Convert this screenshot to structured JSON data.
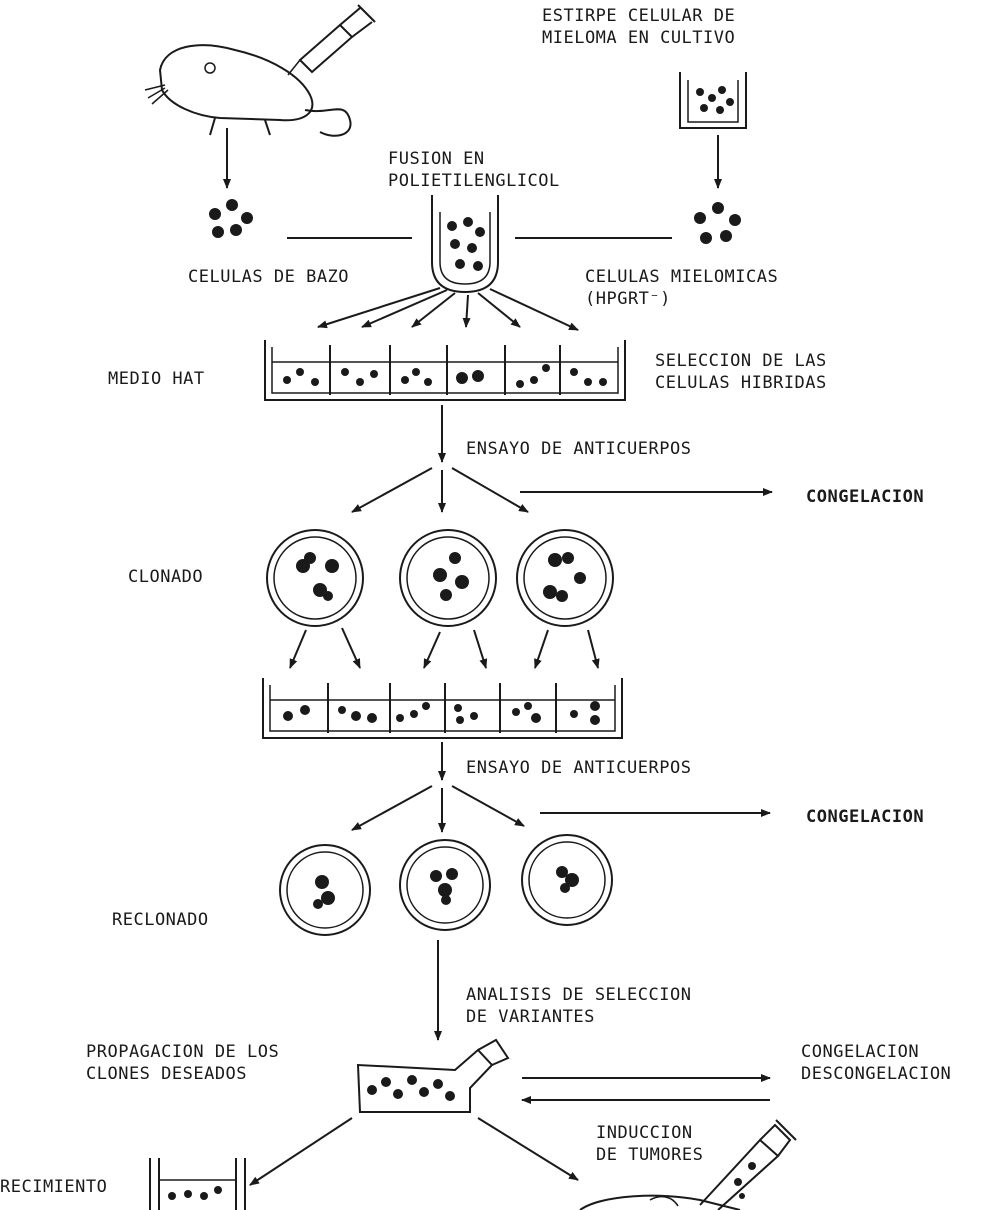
{
  "labels": {
    "myeloma_line": "ESTIRPE CELULAR DE\nMIELOMA EN CULTIVO",
    "fusion": "FUSION EN\nPOLIETILENGLICOL",
    "spleen_cells": "CELULAS DE BAZO",
    "myeloma_cells": "CELULAS MIELOMICAS\n(HPGRT⁻)",
    "hat_medium": "MEDIO HAT",
    "hybrid_selection": "SELECCION DE LAS\nCELULAS HIBRIDAS",
    "antibody_assay_1": "ENSAYO DE ANTICUERPOS",
    "freezing_1": "CONGELACION",
    "cloning": "CLONADO",
    "antibody_assay_2": "ENSAYO DE ANTICUERPOS",
    "freezing_2": "CONGELACION",
    "recloning": "RECLONADO",
    "variant_analysis": "ANALISIS DE SELECCION\nDE VARIANTES",
    "propagation": "PROPAGACION DE LOS\nCLONES DESEADOS",
    "freeze_thaw": "CONGELACION\nDESCONGELACION",
    "tumor_induction": "INDUCCION\nDE TUMORES",
    "growth": "RECIMIENTO"
  },
  "icons": [
    "mouse-icon",
    "syringe-icon",
    "culture-flask-icon",
    "fusion-tube-icon",
    "well-plate-icon",
    "petri-dish-icon",
    "culture-bottle-icon"
  ]
}
